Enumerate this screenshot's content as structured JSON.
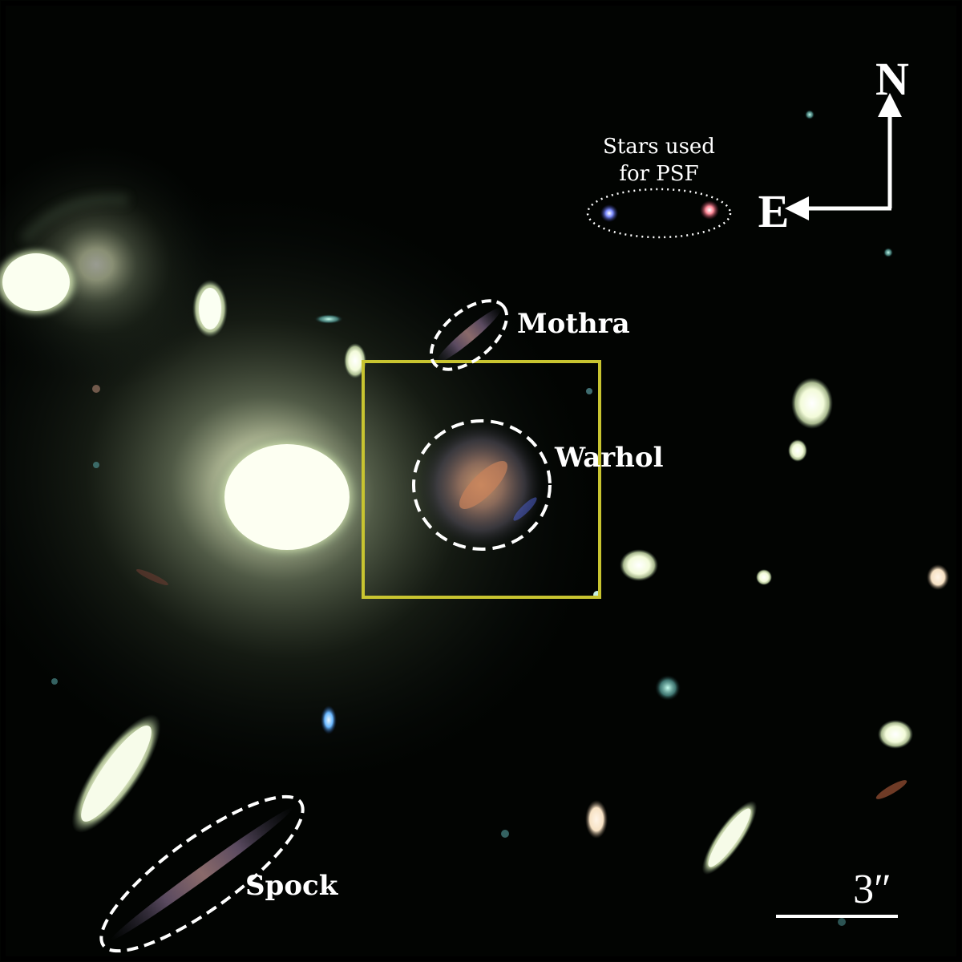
{
  "figure": {
    "targets": {
      "mothra": "Mothra",
      "warhol": "Warhol",
      "spock": "Spock"
    },
    "psf_note": {
      "line1": "Stars used",
      "line2": "for PSF"
    },
    "compass": {
      "north": "N",
      "east": "E"
    },
    "scale_bar": {
      "label": "3″"
    },
    "colors": {
      "background": "#020402",
      "inset_box": "#c8c430",
      "annotation": "#ffffff",
      "bcg_glow": "#f6fbd8",
      "psf_star_blue": "#5a6cff",
      "psf_star_red": "#ff7a8a"
    }
  }
}
